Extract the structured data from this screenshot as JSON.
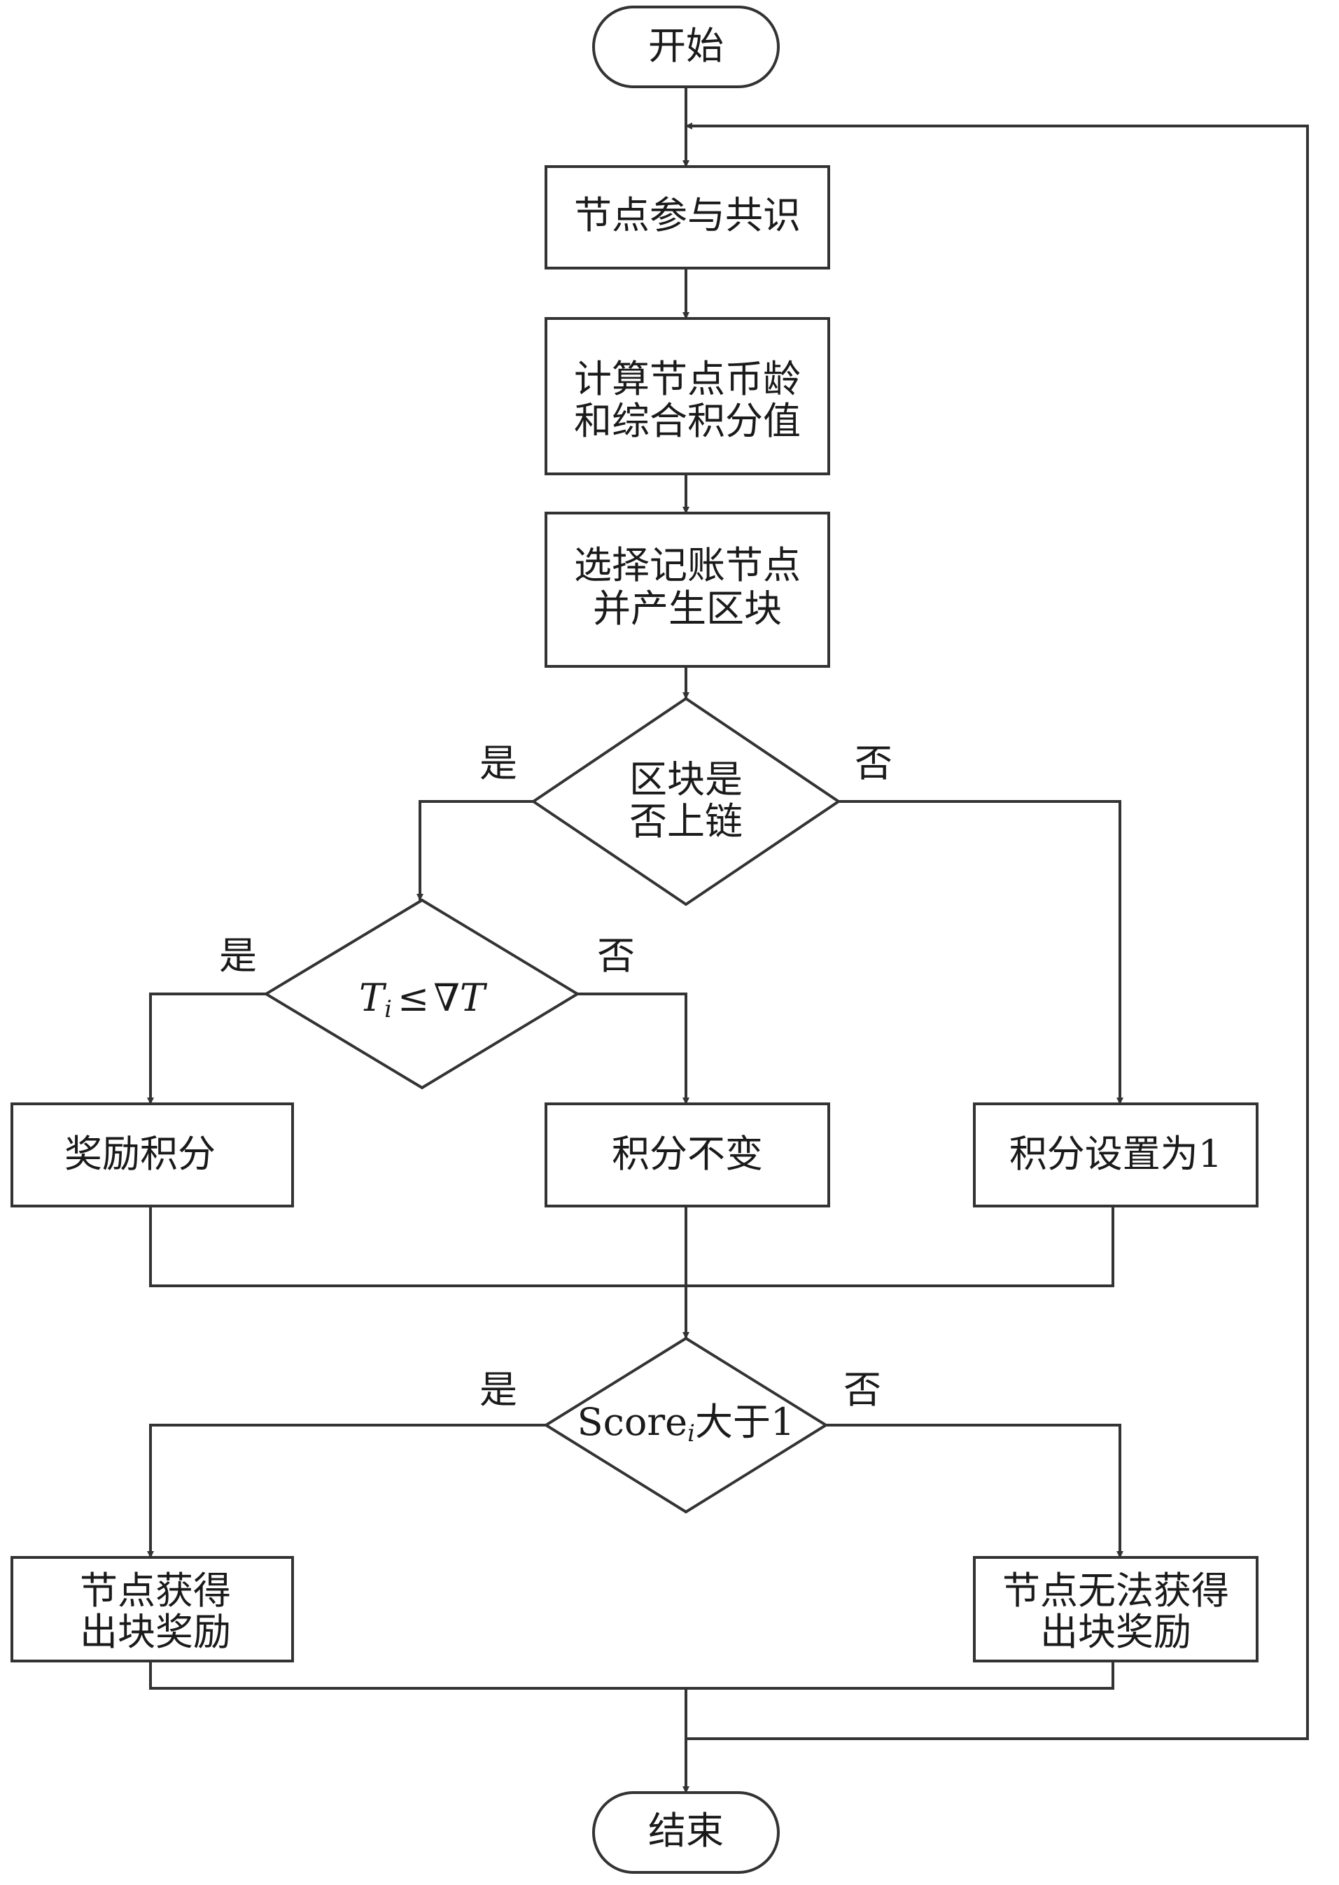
{
  "nodes": {
    "start": "开始",
    "consensus": "节点参与共识",
    "compute_1": "计算节点币龄",
    "compute_2": "和综合积分值",
    "select_1": "选择记账节点",
    "select_2": "并产生区块",
    "decision_chain_1": "区块是",
    "decision_chain_2": "否上链",
    "decision_time": {
      "var": "T",
      "sub": "i",
      "op": "≤",
      "rhs": "∇T"
    },
    "reward_score": "奖励积分",
    "score_unchanged": "积分不变",
    "score_set_one": "积分设置为1",
    "decision_score": {
      "prefix": "Score",
      "sub": "i",
      "suffix": "大于1"
    },
    "gain_reward_1": "节点获得",
    "gain_reward_2": "出块奖励",
    "no_reward_1": "节点无法获得",
    "no_reward_2": "出块奖励",
    "end": "结束"
  },
  "edge_labels": {
    "chain_yes": "是",
    "chain_no": "否",
    "time_yes": "是",
    "time_no": "否",
    "score_yes": "是",
    "score_no": "否"
  },
  "colors": {
    "stroke": "#333333",
    "text": "#1a1a1a",
    "fill": "#ffffff"
  }
}
